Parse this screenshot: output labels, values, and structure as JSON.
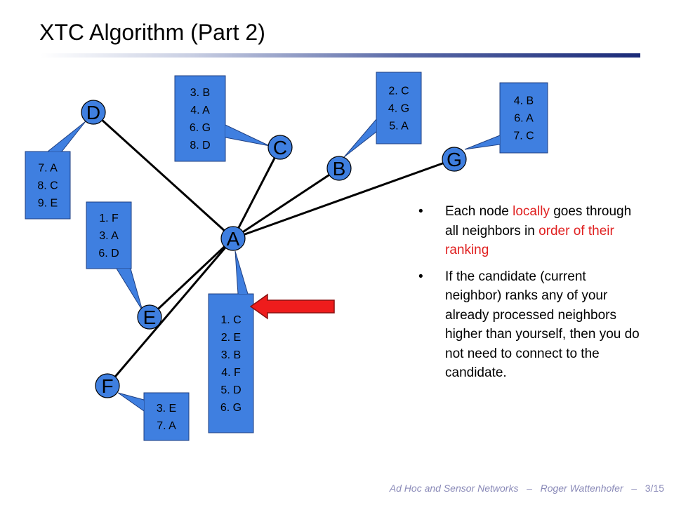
{
  "title": "XTC Algorithm (Part 2)",
  "nodes": [
    {
      "id": "D",
      "label": "D"
    },
    {
      "id": "C",
      "label": "C"
    },
    {
      "id": "B",
      "label": "B"
    },
    {
      "id": "G",
      "label": "G"
    },
    {
      "id": "A",
      "label": "A"
    },
    {
      "id": "E",
      "label": "E"
    },
    {
      "id": "F",
      "label": "F"
    }
  ],
  "edges": [
    [
      "A",
      "D"
    ],
    [
      "A",
      "C"
    ],
    [
      "A",
      "B"
    ],
    [
      "A",
      "G"
    ],
    [
      "A",
      "E"
    ],
    [
      "A",
      "F"
    ]
  ],
  "rank_lists": [
    {
      "node": "C",
      "lines": [
        "3. B",
        "4. A",
        "6. G",
        "8. D"
      ]
    },
    {
      "node": "B",
      "lines": [
        "2. C",
        "4. G",
        "5. A"
      ]
    },
    {
      "node": "G",
      "lines": [
        "4. B",
        "6. A",
        "7. C"
      ]
    },
    {
      "node": "D",
      "lines": [
        "7. A",
        "8. C",
        "9. E"
      ]
    },
    {
      "node": "E",
      "lines": [
        "1. F",
        "3. A",
        "6. D"
      ]
    },
    {
      "node": "A",
      "lines": [
        "1. C",
        "2. E",
        "3. B",
        "4. F",
        "5. D",
        "6. G"
      ]
    },
    {
      "node": "F",
      "lines": [
        "3. E",
        "7. A"
      ]
    }
  ],
  "bullets": [
    {
      "parts": [
        {
          "text": "Each node ",
          "highlight": false
        },
        {
          "text": "locally",
          "highlight": true
        },
        {
          "text": " goes through all neighbors in ",
          "highlight": false
        },
        {
          "text": "order of their ranking",
          "highlight": true
        }
      ]
    },
    {
      "parts": [
        {
          "text": "If the candidate (current neighbor) ranks any of your already processed neighbors higher than yourself, then you do not need to connect to the candidate.",
          "highlight": false
        }
      ]
    }
  ],
  "footer": {
    "course": "Ad Hoc and Sensor Networks",
    "sep1": "–",
    "author": "Roger Wattenhofer",
    "sep2": "–",
    "page": "3/15"
  },
  "colors": {
    "node_fill": "#3f7fe0",
    "node_stroke": "#000000",
    "callout_fill": "#3f7fe0",
    "callout_stroke": "#1f3f80",
    "arrow_fill": "#ee1c1c",
    "arrow_stroke": "#8a1010",
    "highlight_text": "#e02020"
  },
  "icons": {
    "pointer_arrow": "left-arrow-icon"
  }
}
